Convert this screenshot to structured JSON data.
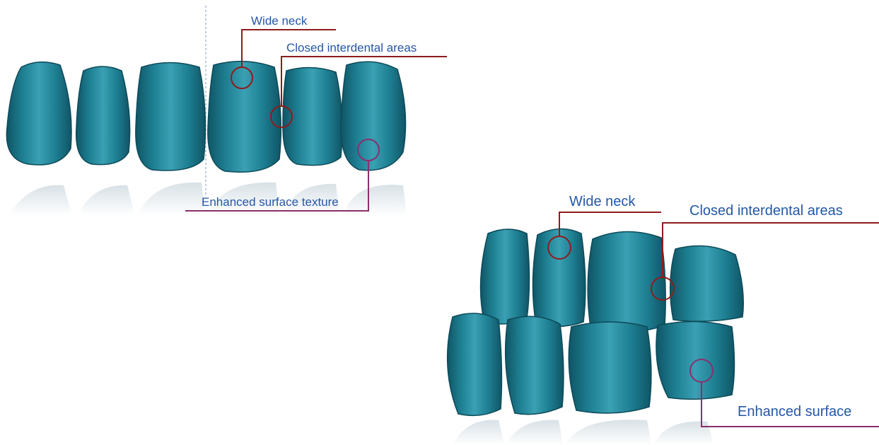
{
  "colors": {
    "tooth_fill": "#1e7f92",
    "tooth_dark": "#0f5566",
    "tooth_light": "#7ccbd8",
    "label_text": "#2557a5",
    "neck_line": "#8e1c1c",
    "texture_line": "#8a2f6e",
    "reflection": "#e6ecef",
    "divider": "#a8bccf"
  },
  "top_panel": {
    "labels": {
      "wide_neck": "Wide neck",
      "closed_interdental": "Closed interdental areas",
      "enhanced_texture": "Enhanced surface texture"
    },
    "tooth_count": 6
  },
  "bottom_panel": {
    "labels": {
      "wide_neck": "Wide neck",
      "closed_interdental": "Closed interdental areas",
      "enhanced_surface": "Enhanced surface"
    },
    "upper_row_count": 4,
    "lower_row_count": 4
  },
  "icons": {
    "wide_neck_marker": "circle-marker-icon",
    "interdental_marker": "circle-marker-icon",
    "texture_marker": "circle-marker-icon"
  }
}
